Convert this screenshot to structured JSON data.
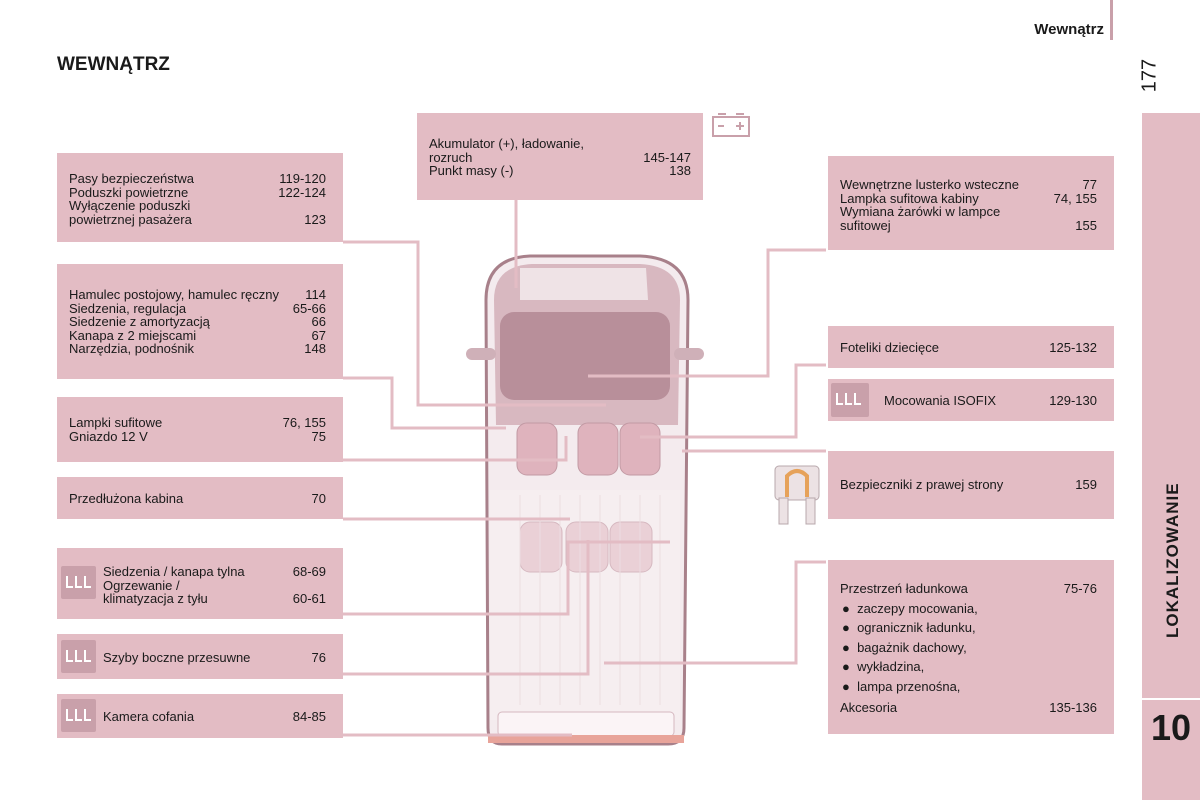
{
  "header": {
    "section": "Wewnątrz",
    "page_number": "177"
  },
  "page_title": "WEWNĄTRZ",
  "side_tab": {
    "label": "LOKALIZOWANIE",
    "chapter": "10"
  },
  "left": {
    "safety": [
      {
        "label": "Pasy bezpieczeństwa",
        "pages": "119-120"
      },
      {
        "label": "Poduszki powietrzne",
        "pages": "122-124"
      },
      {
        "label": "Wyłączenie poduszki",
        "pages": ""
      },
      {
        "label": "powietrznej pasażera",
        "pages": "123"
      }
    ],
    "seats": [
      {
        "label": "Hamulec postojowy, hamulec ręczny",
        "pages": "114"
      },
      {
        "label": "Siedzenia, regulacja",
        "pages": "65-66"
      },
      {
        "label": "Siedzenie z amortyzacją",
        "pages": "66"
      },
      {
        "label": "Kanapa z 2 miejscami",
        "pages": "67"
      },
      {
        "label": "Narzędzia, podnośnik",
        "pages": "148"
      }
    ],
    "lamps": [
      {
        "label": "Lampki sufitowe",
        "pages": "76, 155"
      },
      {
        "label": "Gniazdo 12 V",
        "pages": "75"
      }
    ],
    "cab": [
      {
        "label": "Przedłużona kabina",
        "pages": "70"
      }
    ],
    "rear_seats": [
      {
        "label": "Siedzenia / kanapa tylna",
        "pages": "68-69"
      },
      {
        "label": "Ogrzewanie /",
        "pages": ""
      },
      {
        "label": "klimatyzacja z tyłu",
        "pages": "60-61"
      }
    ],
    "windows": [
      {
        "label": "Szyby boczne przesuwne",
        "pages": "76"
      }
    ],
    "camera": [
      {
        "label": "Kamera cofania",
        "pages": "84-85"
      }
    ]
  },
  "top": {
    "battery": [
      {
        "label": "Akumulator (+), ładowanie,",
        "pages": ""
      },
      {
        "label": "rozruch",
        "pages": "145-147"
      },
      {
        "label": "Punkt masy (-)",
        "pages": "138"
      }
    ],
    "battery_icon": "battery-icon"
  },
  "right": {
    "mirror": [
      {
        "label": "Wewnętrzne lusterko wsteczne",
        "pages": "77"
      },
      {
        "label": "Lampka sufitowa kabiny",
        "pages": "74, 155"
      },
      {
        "label": "Wymiana żarówki w lampce",
        "pages": ""
      },
      {
        "label": "sufitowej",
        "pages": "155"
      }
    ],
    "child_seats": [
      {
        "label": "Foteliki dziecięce",
        "pages": "125-132"
      }
    ],
    "isofix": [
      {
        "label": "Mocowania ISOFIX",
        "pages": "129-130"
      }
    ],
    "fuses": [
      {
        "label": "Bezpieczniki z prawej strony",
        "pages": "159"
      }
    ],
    "cargo": {
      "title": "Przestrzeń ładunkowa",
      "title_pages": "75-76",
      "bullets": [
        "zaczepy mocowania,",
        "ogranicznik ładunku,",
        "bagażnik dachowy,",
        "wykładzina,",
        "lampa przenośna,"
      ],
      "accessories": "Akcesoria",
      "accessories_pages": "135-136"
    }
  },
  "icons": {
    "seat_icon": "seat-row-icon",
    "fuse_icon": "fuse-icon"
  },
  "colors": {
    "box": "#e3bcc4",
    "icon_box": "#c9a0aa",
    "van_outline": "#a8808a"
  }
}
